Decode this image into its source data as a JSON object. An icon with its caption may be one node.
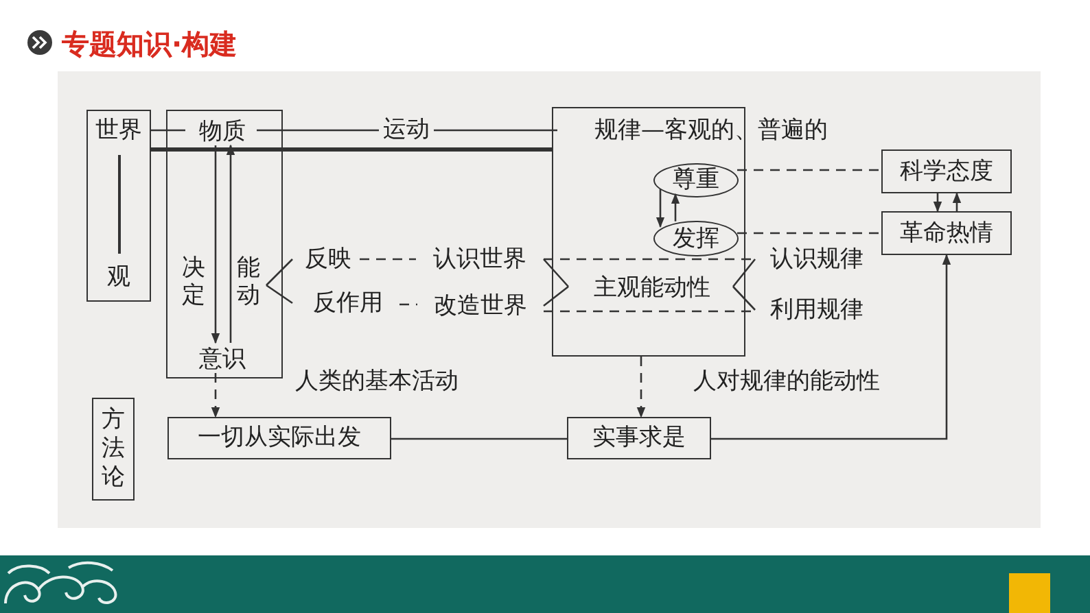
{
  "diagram": {
    "title": "专题知识·构建",
    "nodes": [
      {
        "text": [
          "世界",
          "观"
        ]
      },
      {
        "text": [],
        "shape": "box"
      },
      {
        "text": [
          "物质"
        ],
        "in": 1
      },
      {
        "text": [
          "意识"
        ],
        "in": 1
      },
      {
        "text": [],
        "shape": "box"
      },
      {
        "text": [
          "规律—客观的、普遍的"
        ]
      },
      {
        "text": [
          "尊重"
        ],
        "in": 4
      },
      {
        "text": [
          "发挥"
        ],
        "in": 4
      },
      {
        "text": [
          "主观能动性"
        ],
        "in": 4
      },
      {
        "text": [
          "科学态度"
        ]
      },
      {
        "text": [
          "革命热情"
        ]
      },
      {
        "text": [
          "反映"
        ]
      },
      {
        "text": [
          "反作用"
        ]
      },
      {
        "text": [
          "认识世界"
        ]
      },
      {
        "text": [
          "改造世界"
        ]
      },
      {
        "text": [
          "认识规律"
        ]
      },
      {
        "text": [
          "利用规律"
        ]
      },
      {
        "text": [
          "方法论"
        ]
      },
      {
        "text": [
          "一切从实际出发"
        ]
      },
      {
        "text": [
          "实事求是"
        ]
      }
    ],
    "edges": [
      {
        "from": 2,
        "to": 5,
        "arrow": "none",
        "label": "运动"
      },
      {
        "from": 0,
        "to": 2,
        "arrow": "none"
      },
      {
        "from": 0,
        "to": 4,
        "arrow": "none",
        "style": "thick"
      },
      {
        "from": 2,
        "to": 3,
        "arrow": "to",
        "label": "决定"
      },
      {
        "from": 3,
        "to": 2,
        "arrow": "to",
        "label": "能动"
      },
      {
        "from": 11,
        "to": 13,
        "arrow": "none",
        "style": "dashed"
      },
      {
        "from": 12,
        "to": 14,
        "arrow": "none",
        "style": "dashed"
      },
      {
        "from": 13,
        "to": 15,
        "arrow": "none",
        "style": "dashed"
      },
      {
        "from": 14,
        "to": 16,
        "arrow": "none",
        "style": "dashed"
      },
      {
        "from": 6,
        "to": 9,
        "arrow": "none",
        "style": "dashed"
      },
      {
        "from": 7,
        "to": 10,
        "arrow": "none",
        "style": "dashed"
      },
      {
        "from": 6,
        "to": 7,
        "arrow": "to"
      },
      {
        "from": 7,
        "to": 6,
        "arrow": "to"
      },
      {
        "from": 9,
        "to": 10,
        "arrow": "to"
      },
      {
        "from": 10,
        "to": 9,
        "arrow": "to"
      },
      {
        "from": 3,
        "to": 18,
        "arrow": "to",
        "style": "dashed"
      },
      {
        "from": 4,
        "to": 19,
        "arrow": "to",
        "style": "dashed"
      },
      {
        "from": 18,
        "to": 19,
        "arrow": "none"
      },
      {
        "from": 19,
        "to": 10,
        "arrow": "to"
      },
      {
        "from": 1,
        "to": 11,
        "arrow": "none"
      },
      {
        "from": 1,
        "to": 12,
        "arrow": "none"
      },
      {
        "from": 13,
        "to": 8,
        "arrow": "none"
      },
      {
        "from": 14,
        "to": 8,
        "arrow": "none"
      },
      {
        "from": 8,
        "to": 15,
        "arrow": "none"
      },
      {
        "from": 8,
        "to": 16,
        "arrow": "none"
      }
    ],
    "labels": [
      "人类的基本活动",
      "人对规律的能动性"
    ]
  }
}
